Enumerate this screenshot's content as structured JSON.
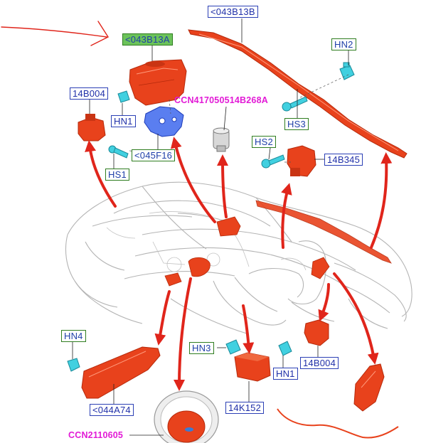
{
  "labels": {
    "part_043B13B": "<043B13B",
    "part_043B13A": "<043B13A",
    "hn2": "HN2",
    "part_14B004_top": "14B004",
    "ccn_top": "CCN417050514B268A",
    "hn1_top": "HN1",
    "hs3": "HS3",
    "hs2": "HS2",
    "part_045F16": "<045F16",
    "part_14B345": "14B345",
    "hs1": "HS1",
    "hn4": "HN4",
    "hn3": "HN3",
    "part_14B004_bottom": "14B004",
    "hn1_bottom": "HN1",
    "part_044A74": "<044A74",
    "part_14K152": "14K152",
    "ccn_bottom": "CCN2110605"
  },
  "colors": {
    "part_fill": "#e8421c",
    "part_dark": "#b52a0c",
    "arrow": "#e0251b",
    "fastener": "#41d0e0",
    "label_blue": "#2b3fb5",
    "label_green": "#2f7d20",
    "label_green_fill": "#6cc35a",
    "ccn_text": "#e21ad6",
    "car_outline": "#9a9a9a"
  },
  "icons": {
    "pointer": "hand-drawn-red-arrow",
    "fastener": "push-pin-clip",
    "screw": "bolt"
  }
}
